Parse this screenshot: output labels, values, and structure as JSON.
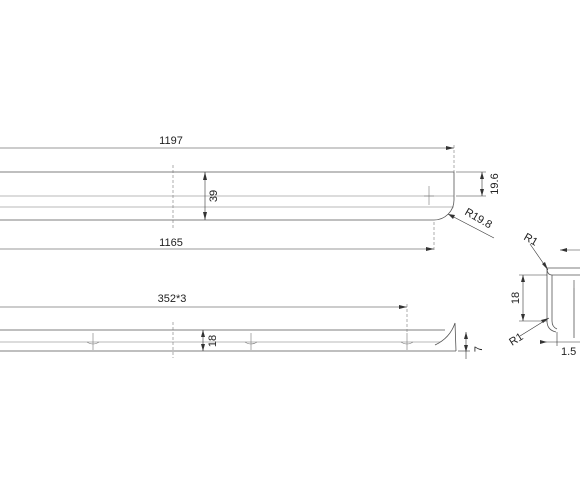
{
  "drawing": {
    "top_view": {
      "overall_length": "1197",
      "inner_length": "1165",
      "height": "39",
      "edge_offset": "19.6",
      "corner_radius": "R19.8"
    },
    "side_view": {
      "hole_pitch": "352*3",
      "height": "18",
      "lip_height": "7"
    },
    "section_detail": {
      "radius_top": "R1",
      "radius_bottom": "R1",
      "height": "18",
      "thickness": "1.5"
    }
  }
}
